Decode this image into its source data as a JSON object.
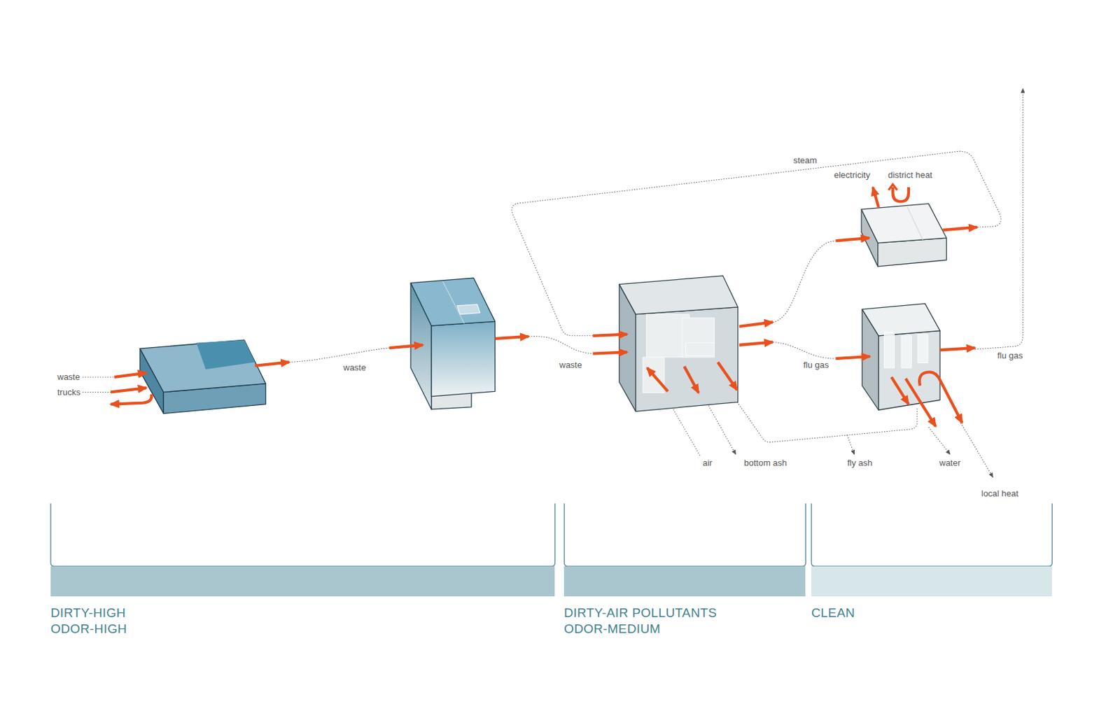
{
  "diagram": {
    "nodes": [
      {
        "text": [
          "DIRTY-HIGH",
          "ODOR-HIGH"
        ]
      },
      {
        "text": [
          "DIRTY-AIR POLLUTANTS",
          "ODOR-MEDIUM"
        ]
      },
      {
        "text": [
          "CLEAN"
        ]
      }
    ],
    "labels": [
      "waste",
      "trucks",
      "waste",
      "waste",
      "steam",
      "electricity",
      "district heat",
      "flu gas",
      "flu gas",
      "air",
      "bottom ash",
      "fly ash",
      "water",
      "local heat"
    ]
  }
}
